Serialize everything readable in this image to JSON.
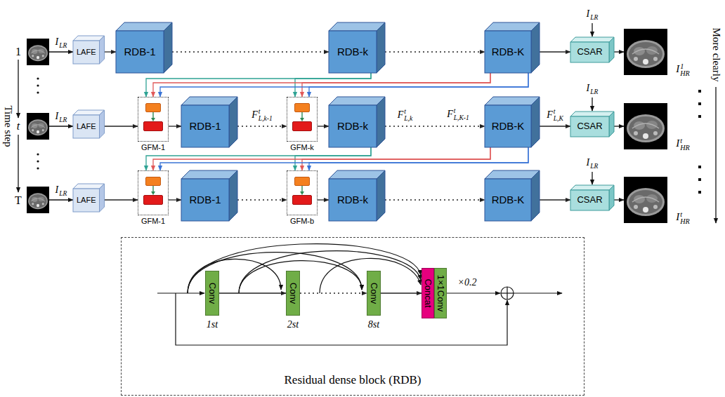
{
  "diagram": {
    "nodes": [
      {
        "text": [
          "LAFE"
        ]
      },
      {
        "text": [
          "RDB-1"
        ]
      },
      {
        "text": [
          "RDB-k"
        ]
      },
      {
        "text": [
          "RDB-K"
        ]
      },
      {
        "text": [
          "CSAR"
        ]
      },
      {
        "text": [
          "LAFE"
        ]
      },
      {
        "text": [
          "GFM-1"
        ]
      },
      {
        "text": [
          "RDB-1"
        ]
      },
      {
        "text": [
          "GFM-k"
        ]
      },
      {
        "text": [
          "RDB-k"
        ]
      },
      {
        "text": [
          "RDB-K"
        ]
      },
      {
        "text": [
          "CSAR"
        ]
      },
      {
        "text": [
          "LAFE"
        ]
      },
      {
        "text": [
          "GFM-1"
        ]
      },
      {
        "text": [
          "RDB-1"
        ]
      },
      {
        "text": [
          "GFM-b"
        ]
      },
      {
        "text": [
          "RDB-k"
        ]
      },
      {
        "text": [
          "RDB-K"
        ]
      },
      {
        "text": [
          "CSAR"
        ]
      },
      {
        "text": [
          "Residual dense block (RDB)"
        ]
      },
      {
        "text": [
          "Conv",
          "1st"
        ],
        "in": 19
      },
      {
        "text": [
          "Conv",
          "2st"
        ],
        "in": 19
      },
      {
        "text": [
          "Conv",
          "8st"
        ],
        "in": 19
      },
      {
        "text": [
          "Concat"
        ],
        "in": 19
      },
      {
        "text": [
          "1×1Conv"
        ],
        "in": 19
      }
    ],
    "edges": [
      {
        "from": 0,
        "to": 1,
        "arrow": "to"
      },
      {
        "from": 1,
        "to": 2,
        "arrow": "to"
      },
      {
        "from": 2,
        "to": 3,
        "arrow": "to"
      },
      {
        "from": 3,
        "to": 4,
        "arrow": "to"
      },
      {
        "from": 5,
        "to": 6,
        "arrow": "to"
      },
      {
        "from": 6,
        "to": 7,
        "arrow": "to"
      },
      {
        "from": 7,
        "to": 8,
        "label": "FtL,k-1",
        "arrow": "to"
      },
      {
        "from": 8,
        "to": 9,
        "arrow": "to"
      },
      {
        "from": 9,
        "to": 10,
        "label": "FtL,k",
        "arrow": "to"
      },
      {
        "from": 10,
        "to": 11,
        "label": "FtL,K",
        "arrow": "to"
      },
      {
        "from": 12,
        "to": 13,
        "arrow": "to"
      },
      {
        "from": 13,
        "to": 14,
        "arrow": "to"
      },
      {
        "from": 14,
        "to": 15,
        "arrow": "to"
      },
      {
        "from": 15,
        "to": 16,
        "arrow": "to"
      },
      {
        "from": 16,
        "to": 17,
        "arrow": "to"
      },
      {
        "from": 17,
        "to": 18,
        "arrow": "to"
      },
      {
        "from": 2,
        "to": 6,
        "arrow": "to"
      },
      {
        "from": 2,
        "to": 8,
        "arrow": "to"
      },
      {
        "from": 3,
        "to": 6,
        "arrow": "to"
      },
      {
        "from": 3,
        "to": 8,
        "arrow": "to"
      },
      {
        "from": 3,
        "to": 6,
        "arrow": "to"
      },
      {
        "from": 3,
        "to": 8,
        "arrow": "to"
      },
      {
        "from": 9,
        "to": 13,
        "arrow": "to"
      },
      {
        "from": 9,
        "to": 15,
        "arrow": "to"
      },
      {
        "from": 10,
        "to": 13,
        "arrow": "to"
      },
      {
        "from": 10,
        "to": 15,
        "arrow": "to"
      },
      {
        "from": 10,
        "to": 13,
        "arrow": "to"
      },
      {
        "from": 10,
        "to": 15,
        "arrow": "to"
      },
      {
        "from": 20,
        "to": 21,
        "arrow": "to"
      },
      {
        "from": 21,
        "to": 22,
        "arrow": "to"
      },
      {
        "from": 22,
        "to": 23,
        "arrow": "to"
      }
    ],
    "labels": [
      "1",
      "t",
      "T",
      "Time step",
      "ILR",
      "ILR",
      "ILR",
      "ILR",
      "ILR",
      "ILR",
      "I1HR",
      "ItHR",
      "ItHR",
      "More clearly",
      "FtL,K-1",
      "×0.2"
    ]
  }
}
